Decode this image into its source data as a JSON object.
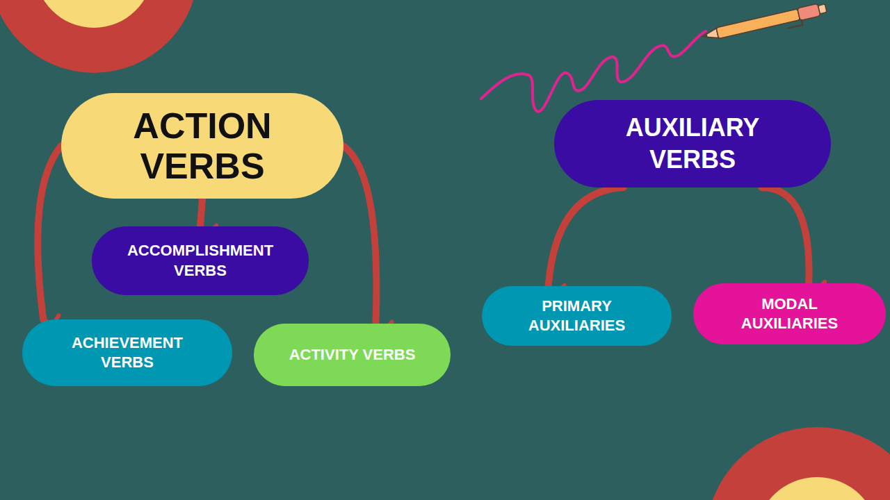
{
  "diagram": {
    "nodes": [
      {
        "text": [
          "ACTION VERBS"
        ]
      },
      {
        "text": [
          "ACCOMPLISHMENT VERBS"
        ]
      },
      {
        "text": [
          "ACHIEVEMENT VERBS"
        ]
      },
      {
        "text": [
          "ACTIVITY VERBS"
        ]
      },
      {
        "text": [
          "AUXILIARY VERBS"
        ]
      },
      {
        "text": [
          "PRIMARY AUXILIARIES"
        ]
      },
      {
        "text": [
          "MODAL AUXILIARIES"
        ]
      }
    ],
    "edges": [
      {
        "from": 0,
        "to": 2,
        "arrow": "to"
      },
      {
        "from": 0,
        "to": 1,
        "arrow": "to"
      },
      {
        "from": 0,
        "to": 3,
        "arrow": "to"
      },
      {
        "from": 4,
        "to": 5,
        "arrow": "to"
      },
      {
        "from": 4,
        "to": 6,
        "arrow": "to"
      }
    ]
  }
}
